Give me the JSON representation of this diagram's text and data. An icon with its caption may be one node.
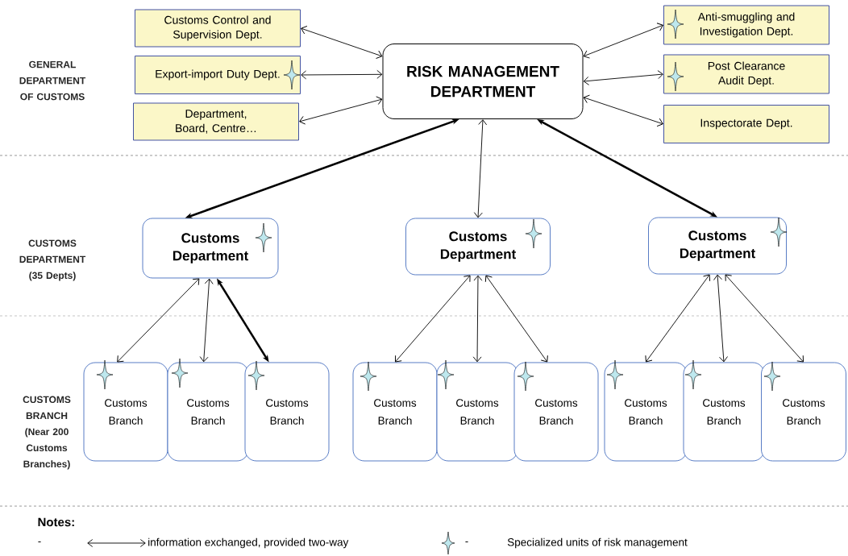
{
  "diagram": {
    "nodes": [
      {
        "text": [
          "RISK MANAGEMENT DEPARTMENT"
        ]
      },
      {
        "text": [
          "Customs Control and Supervision Dept."
        ]
      },
      {
        "text": [
          "Export-import Duty Dept."
        ]
      },
      {
        "text": [
          "Department, Board, Centre…"
        ]
      },
      {
        "text": [
          "Anti-smuggling and Investigation Dept."
        ]
      },
      {
        "text": [
          "Post Clearance Audit Dept."
        ]
      },
      {
        "text": [
          "Inspectorate Dept."
        ]
      },
      {
        "text": [
          "Customs Department"
        ]
      },
      {
        "text": [
          "Customs Department"
        ]
      },
      {
        "text": [
          "Customs Department"
        ]
      },
      {
        "text": [
          "Customs Branch"
        ]
      },
      {
        "text": [
          "Customs Branch"
        ]
      },
      {
        "text": [
          "Customs Branch"
        ]
      },
      {
        "text": [
          "Customs Branch"
        ]
      },
      {
        "text": [
          "Customs Branch"
        ]
      },
      {
        "text": [
          "Customs Branch"
        ]
      },
      {
        "text": [
          "Customs Branch"
        ]
      },
      {
        "text": [
          "Customs Branch"
        ]
      },
      {
        "text": [
          "Customs Branch"
        ]
      }
    ],
    "edges": [
      {
        "from": 1,
        "to": 0,
        "arrow": "both"
      },
      {
        "from": 2,
        "to": 0,
        "arrow": "both"
      },
      {
        "from": 3,
        "to": 0,
        "arrow": "both"
      },
      {
        "from": 0,
        "to": 4,
        "arrow": "both"
      },
      {
        "from": 0,
        "to": 5,
        "arrow": "both"
      },
      {
        "from": 0,
        "to": 6,
        "arrow": "both"
      },
      {
        "from": 0,
        "to": 7,
        "arrow": "both",
        "style": "thick"
      },
      {
        "from": 0,
        "to": 8,
        "arrow": "both"
      },
      {
        "from": 0,
        "to": 9,
        "arrow": "both",
        "style": "thick"
      },
      {
        "from": 7,
        "to": 10,
        "arrow": "both"
      },
      {
        "from": 7,
        "to": 11,
        "arrow": "both"
      },
      {
        "from": 7,
        "to": 12,
        "arrow": "both",
        "style": "thick"
      },
      {
        "from": 8,
        "to": 13,
        "arrow": "both"
      },
      {
        "from": 8,
        "to": 14,
        "arrow": "both"
      },
      {
        "from": 8,
        "to": 15,
        "arrow": "both"
      },
      {
        "from": 9,
        "to": 16,
        "arrow": "both"
      },
      {
        "from": 9,
        "to": 17,
        "arrow": "both"
      },
      {
        "from": 9,
        "to": 18,
        "arrow": "both"
      }
    ],
    "labels": [
      "GENERAL DEPARTMENT OF CUSTOMS",
      "CUSTOMS DEPARTMENT (35 Depts)",
      "CUSTOMS BRANCH (Near 200 Customs Branches)",
      "Notes:",
      "-",
      "-"
    ],
    "legend": [
      {
        "text": "information exchanged, provided two-way"
      },
      {
        "text": "Specialized units of risk management"
      }
    ]
  }
}
